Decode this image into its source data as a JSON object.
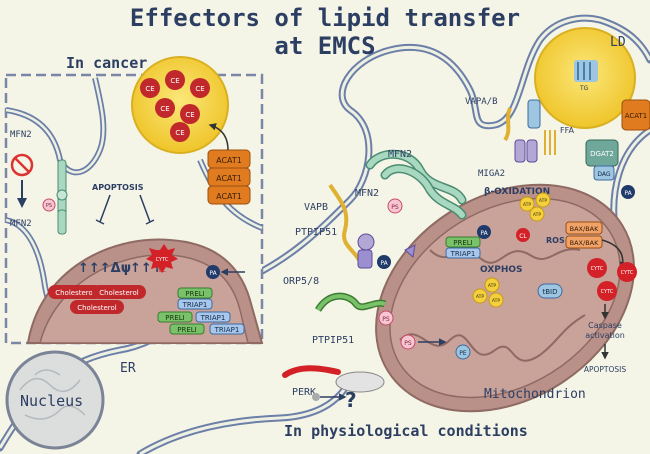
{
  "title": {
    "line1": "Effectors of lipid transfer",
    "line2": "at EMCS"
  },
  "panels": {
    "cancer": "In cancer",
    "physiological": "In physiological conditions"
  },
  "labels": {
    "ld": "LD",
    "nucleus": "Nucleus",
    "er": "ER",
    "mitochondrion": "Mitochondrion",
    "tg": "TG",
    "ce": "CE",
    "ffa": "FFA",
    "dag": "DAG",
    "pa": "PA",
    "ps": "PS",
    "pe": "PE",
    "cl": "CL",
    "cytc": "CYTC",
    "atp": "ATP",
    "ros": "ROS",
    "oxphos": "OXPHOS",
    "beta_oxidation": "β-OXIDATION",
    "apoptosis": "APOPTOSIS",
    "delta_psi": "↑↑↑Δψ",
    "arrows_up": "↑↑↑",
    "cholesterol": "Cholesterol",
    "caspase1": "Caspase",
    "caspase2": "activation",
    "question": "?",
    "tbid": "tBID",
    "bax_bak": "BAX/BAK"
  },
  "proteins": {
    "mfn2": "MFN2",
    "vapab": "VAPA/B",
    "vapb": "VAPB",
    "miga2": "MIGA2",
    "ptpip51": "PTPIP51",
    "orp58": "ORP5/8",
    "perk": "PERK",
    "acat1": "ACAT1",
    "dgat2": "DGAT2",
    "preli": "PRELI",
    "triap1": "TRIAP1"
  },
  "colors": {
    "background": "#f4f5e6",
    "er_membrane": "#6b7fa8",
    "mitochondrion": "#b99189",
    "mito_inner": "#c9a29a",
    "lipid_droplet": "#f4d03f",
    "ce_red": "#c0282c",
    "title_blue": "#2d3e63"
  }
}
